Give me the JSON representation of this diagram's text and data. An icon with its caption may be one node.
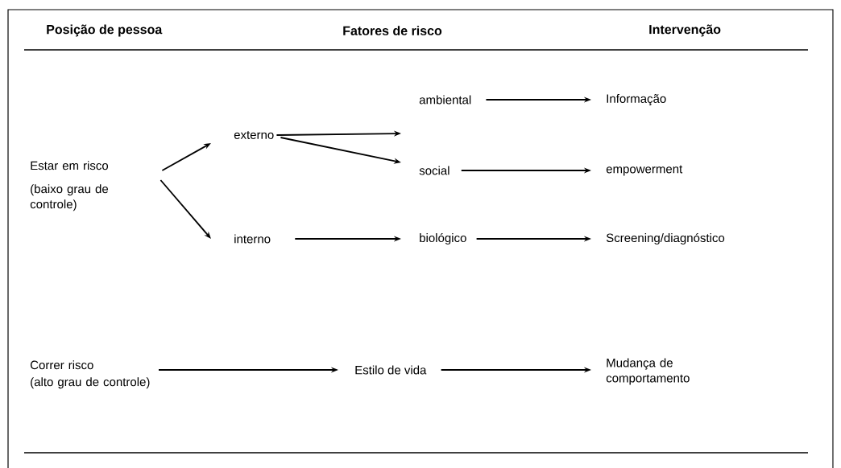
{
  "diagram": {
    "nodes": [
      {
        "text": [
          "Estar em risco",
          "(baixo grau de controle)"
        ]
      },
      {
        "text": [
          "externo"
        ]
      },
      {
        "text": [
          "interno"
        ]
      },
      {
        "text": [
          "ambiental"
        ]
      },
      {
        "text": [
          "social"
        ]
      },
      {
        "text": [
          "biológico"
        ]
      },
      {
        "text": [
          "Informação"
        ]
      },
      {
        "text": [
          "empowerment"
        ]
      },
      {
        "text": [
          "Screening/diagnóstico"
        ]
      },
      {
        "text": [
          "Correr risco",
          "(alto grau de controle)"
        ]
      },
      {
        "text": [
          "Estilo de vida"
        ]
      },
      {
        "text": [
          "Mudança de comportamento"
        ]
      }
    ],
    "edges": [
      {
        "from": 0,
        "to": 1,
        "arrow": "to"
      },
      {
        "from": 0,
        "to": 2,
        "arrow": "to"
      },
      {
        "from": 1,
        "to": 3,
        "arrow": "to"
      },
      {
        "from": 1,
        "to": 4,
        "arrow": "to"
      },
      {
        "from": 3,
        "to": 6,
        "arrow": "to"
      },
      {
        "from": 4,
        "to": 7,
        "arrow": "to"
      },
      {
        "from": 2,
        "to": 5,
        "arrow": "to"
      },
      {
        "from": 5,
        "to": 8,
        "arrow": "to"
      },
      {
        "from": 9,
        "to": 10,
        "arrow": "to"
      },
      {
        "from": 10,
        "to": 11,
        "arrow": "to"
      }
    ],
    "labels": [
      "Posição de pessoa",
      "Fatores de risco",
      "Intervenção"
    ]
  }
}
